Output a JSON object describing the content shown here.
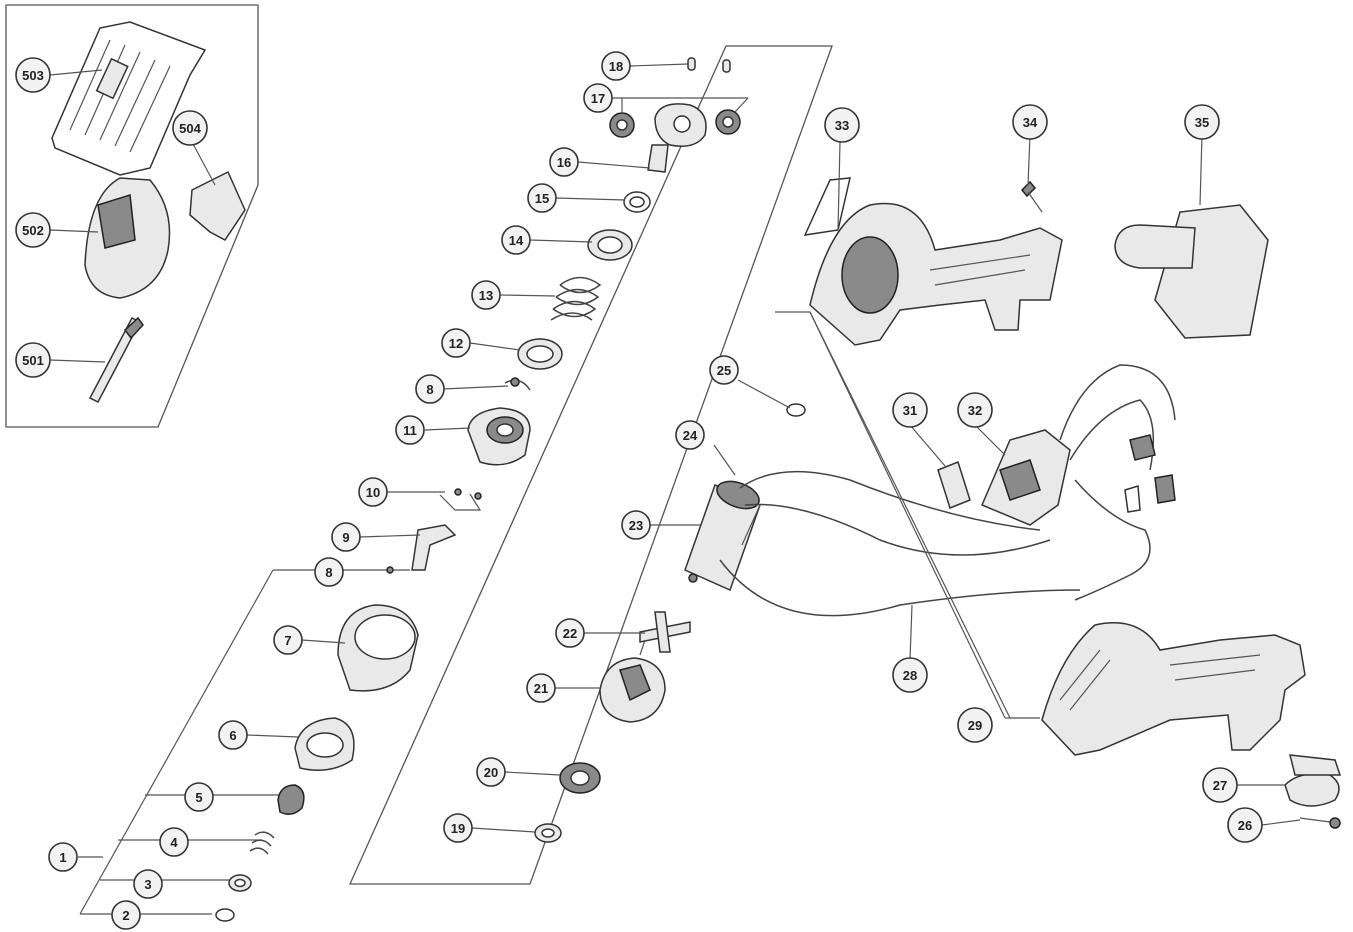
{
  "balloons": {
    "b503": "503",
    "b504": "504",
    "b502": "502",
    "b501": "501",
    "b18": "18",
    "b17": "17",
    "b16": "16",
    "b15": "15",
    "b14": "14",
    "b13": "13",
    "b12": "12",
    "b8a": "8",
    "b11": "11",
    "b10": "10",
    "b9": "9",
    "b8b": "8",
    "b7": "7",
    "b6": "6",
    "b5": "5",
    "b4": "4",
    "b1": "1",
    "b3": "3",
    "b2": "2",
    "b33": "33",
    "b34": "34",
    "b35": "35",
    "b25": "25",
    "b24": "24",
    "b23": "23",
    "b22": "22",
    "b21": "21",
    "b20": "20",
    "b19": "19",
    "b31": "31",
    "b32": "32",
    "b28": "28",
    "b29": "29",
    "b27": "27",
    "b26": "26"
  }
}
